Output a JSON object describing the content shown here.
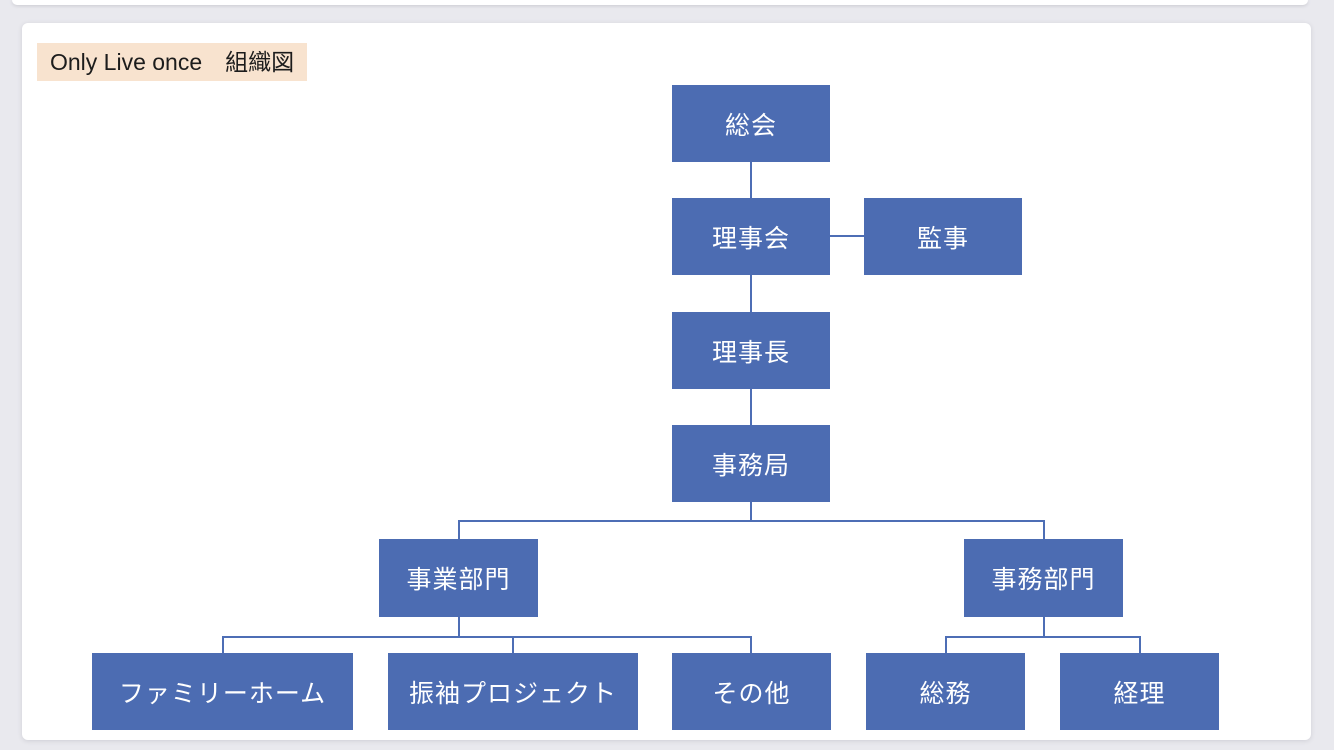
{
  "header": {
    "title": "Only Live once　組織図"
  },
  "org_chart": {
    "nodes": {
      "soukai": {
        "label": "総会",
        "parent": null
      },
      "rijikai": {
        "label": "理事会",
        "parent": "soukai"
      },
      "kanji": {
        "label": "監事",
        "parent": "rijikai",
        "relation": "side"
      },
      "rijicho": {
        "label": "理事長",
        "parent": "rijikai"
      },
      "jimukyoku": {
        "label": "事務局",
        "parent": "rijicho"
      },
      "jigyou_bumon": {
        "label": "事業部門",
        "parent": "jimukyoku"
      },
      "jimu_bumon": {
        "label": "事務部門",
        "parent": "jimukyoku"
      },
      "family_home": {
        "label": "ファミリーホーム",
        "parent": "jigyou_bumon"
      },
      "furisode_project": {
        "label": "振袖プロジェクト",
        "parent": "jigyou_bumon"
      },
      "sonota": {
        "label": "その他",
        "parent": "jigyou_bumon"
      },
      "soumu": {
        "label": "総務",
        "parent": "jimu_bumon"
      },
      "keiri": {
        "label": "経理",
        "parent": "jimu_bumon"
      }
    }
  },
  "colors": {
    "page_background": "#e9e9ee",
    "card_background": "#ffffff",
    "title_highlight": "#f8e3cf",
    "title_text": "#1c1c1c",
    "node_fill": "#4c6cb2",
    "node_text": "#ffffff",
    "connector": "#4d6eb5"
  }
}
